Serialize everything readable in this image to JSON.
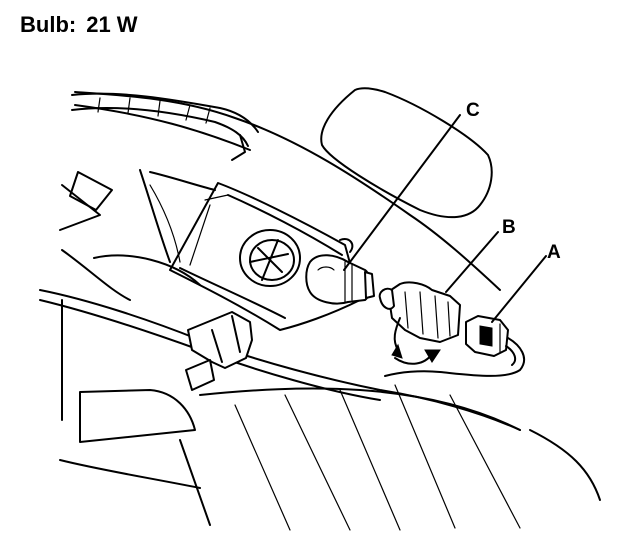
{
  "heading": {
    "label": "Bulb:",
    "value": "21 W"
  },
  "callouts": {
    "a": "A",
    "b": "B",
    "c": "C"
  }
}
